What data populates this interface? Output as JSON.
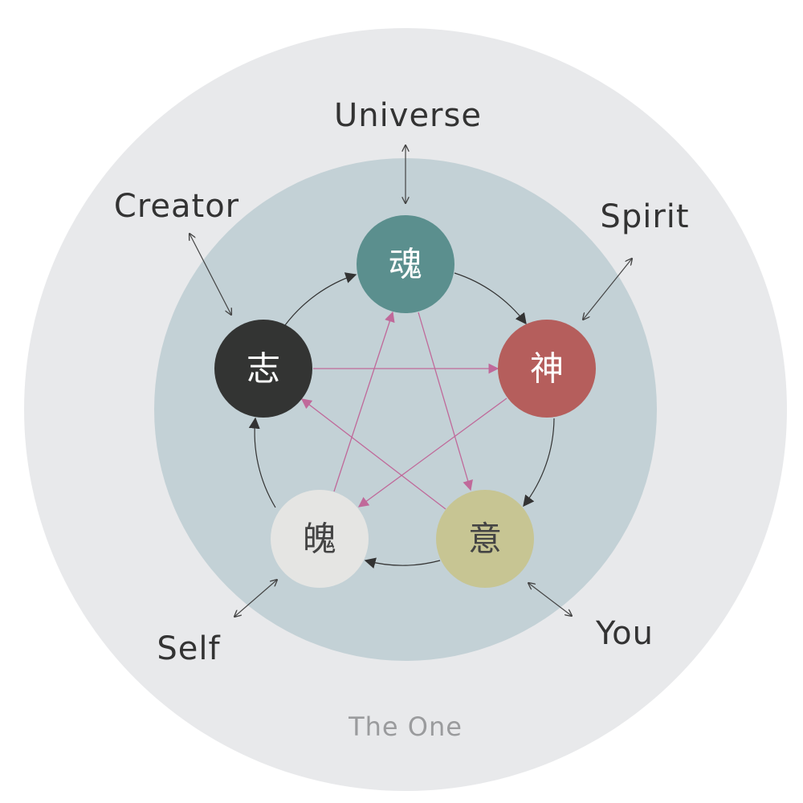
{
  "outer_label": "The One",
  "labels": {
    "universe": "Universe",
    "creator": "Creator",
    "spirit": "Spirit",
    "you": "You",
    "self": "Self"
  },
  "nodes": {
    "hun": {
      "char": "魂",
      "color": "#5b8f8e",
      "text_color": "#ffffff"
    },
    "shen": {
      "char": "神",
      "color": "#b55e5c",
      "text_color": "#ffffff"
    },
    "yi": {
      "char": "意",
      "color": "#c7c593",
      "text_color": "#444444"
    },
    "po": {
      "char": "魄",
      "color": "#e5e5e3",
      "text_color": "#444444"
    },
    "zhi": {
      "char": "志",
      "color": "#333433",
      "text_color": "#ffffff"
    }
  },
  "colors": {
    "outer": "#e8e9eb",
    "inner": "#c3d1d6",
    "cycle_arrow": "#333333",
    "star_arrow": "#c0699a"
  }
}
